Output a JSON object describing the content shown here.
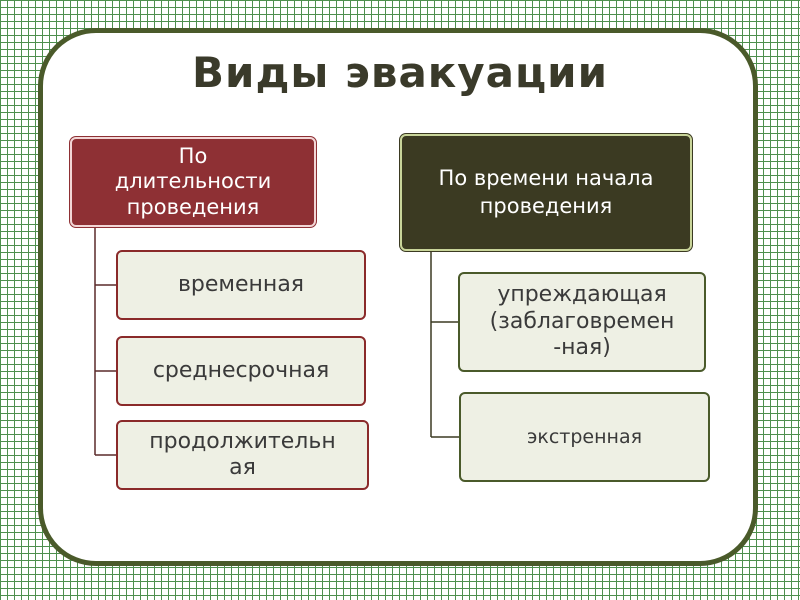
{
  "title": "Виды эвакуации",
  "left_branch": {
    "header": "По\nдлительности\nпроведения",
    "items": [
      "временная",
      "среднесрочная",
      "продолжительн\nая"
    ]
  },
  "right_branch": {
    "header": "По времени начала\nпроведения",
    "items": [
      "упреждающая\n(заблаговремен\n-ная)",
      "экстренная"
    ]
  },
  "colors": {
    "left_header_bg": "#8e3034",
    "right_header_bg": "#3b3a22",
    "item_bg": "#eef0e4",
    "grid": "#4e8f4e",
    "frame": "#4a5a2a"
  }
}
